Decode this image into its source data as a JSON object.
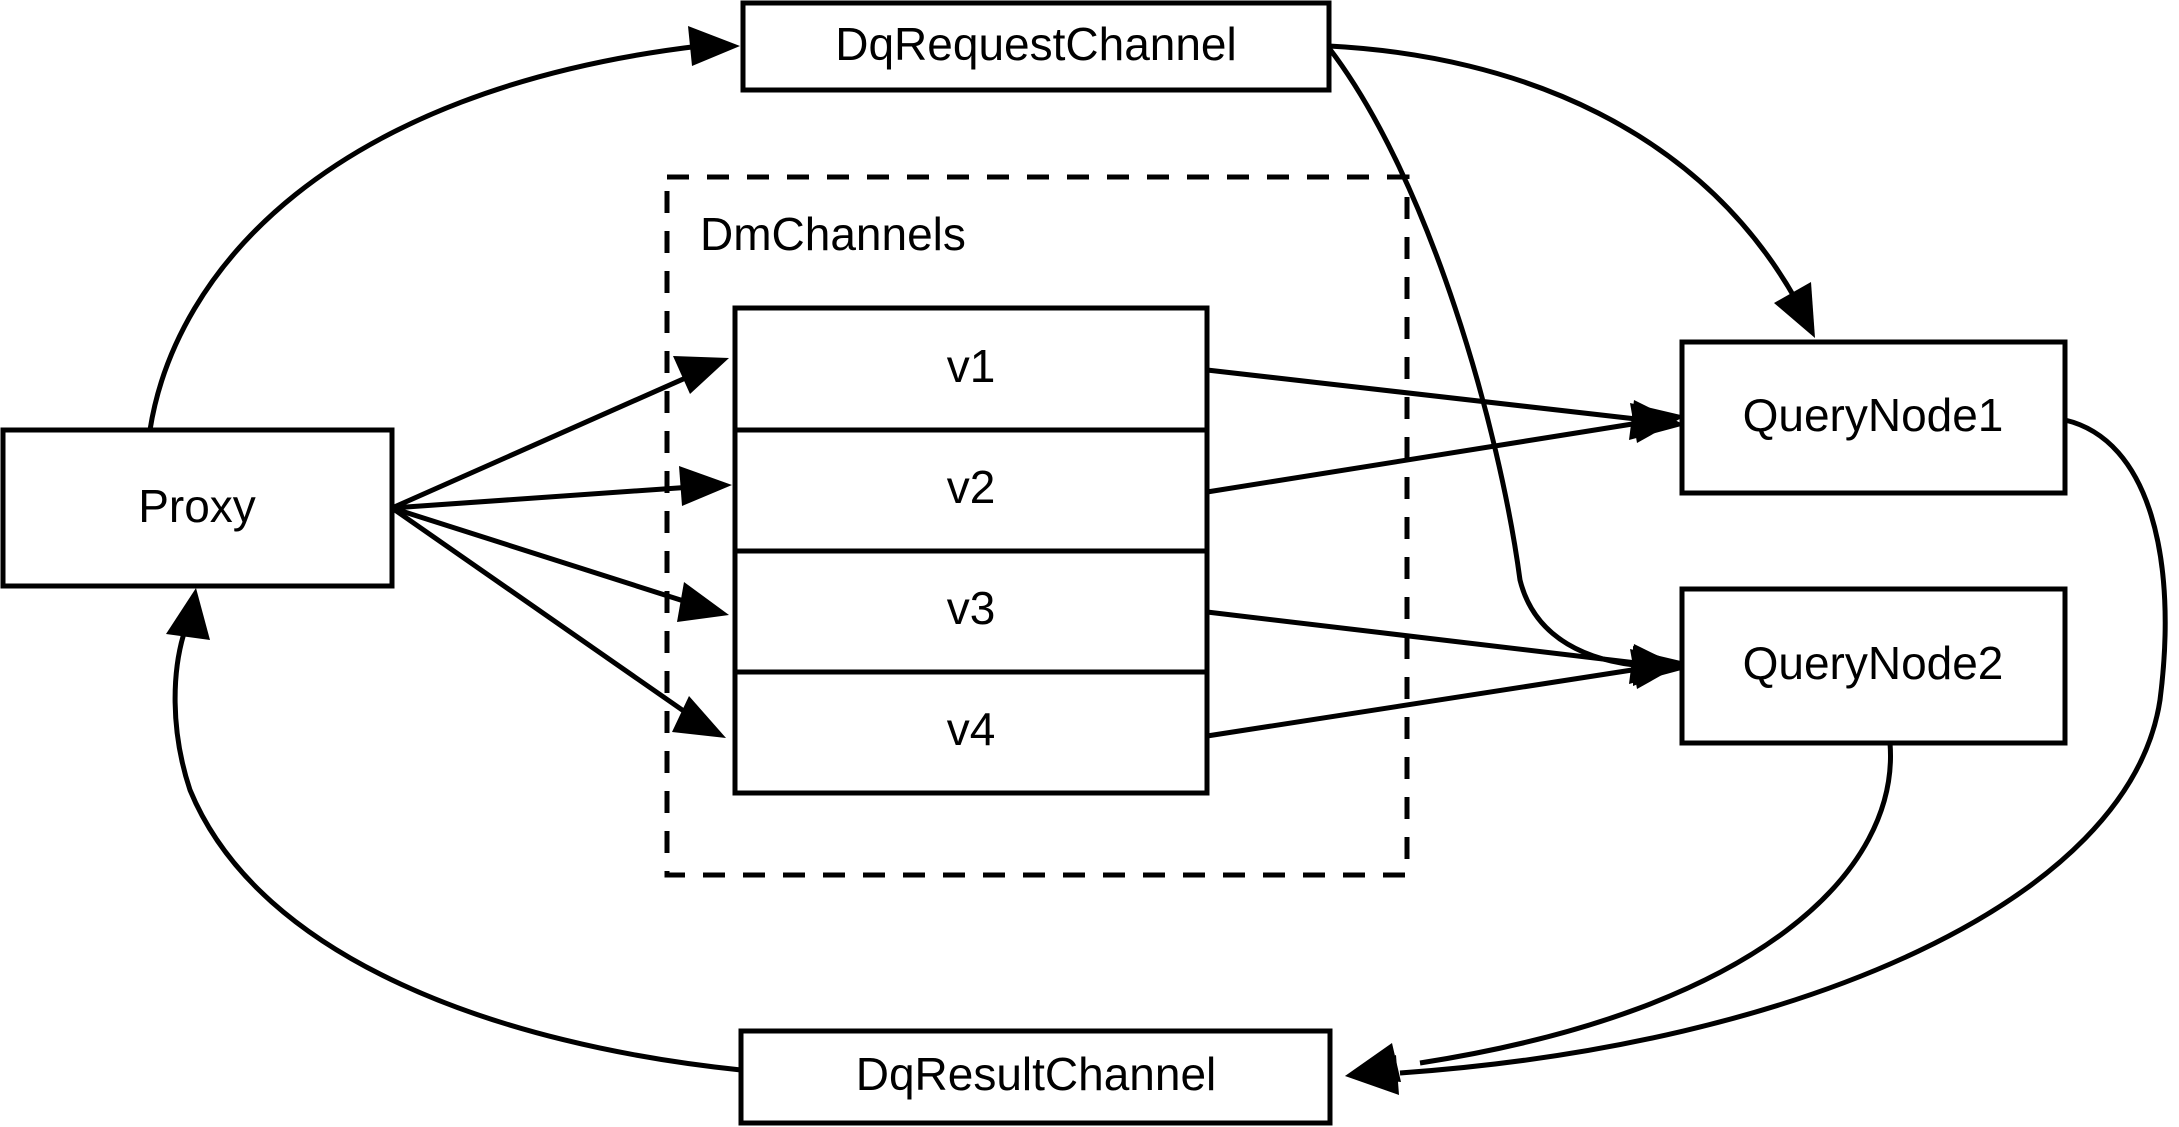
{
  "diagram": {
    "type": "architecture-flow-diagram",
    "background_color": "#ffffff",
    "stroke_color": "#000000",
    "nodes": {
      "proxy": {
        "label": "Proxy"
      },
      "dq_request_channel": {
        "label": "DqRequestChannel"
      },
      "dq_result_channel": {
        "label": "DqResultChannel"
      },
      "query_node_1": {
        "label": "QueryNode1"
      },
      "query_node_2": {
        "label": "QueryNode2"
      }
    },
    "group": {
      "label": "DmChannels",
      "style": "dashed",
      "shards": [
        {
          "label": "v1"
        },
        {
          "label": "v2"
        },
        {
          "label": "v3"
        },
        {
          "label": "v4"
        }
      ]
    },
    "edges": [
      {
        "from": "Proxy",
        "to": "DqRequestChannel",
        "arrow": true
      },
      {
        "from": "Proxy",
        "to": "v1",
        "arrow": true
      },
      {
        "from": "Proxy",
        "to": "v2",
        "arrow": true
      },
      {
        "from": "Proxy",
        "to": "v3",
        "arrow": true
      },
      {
        "from": "Proxy",
        "to": "v4",
        "arrow": true
      },
      {
        "from": "DqRequestChannel",
        "to": "QueryNode1",
        "arrow": true
      },
      {
        "from": "DqRequestChannel",
        "to": "QueryNode2",
        "arrow": true
      },
      {
        "from": "v1",
        "to": "QueryNode1",
        "arrow": true
      },
      {
        "from": "v2",
        "to": "QueryNode1",
        "arrow": true
      },
      {
        "from": "v3",
        "to": "QueryNode2",
        "arrow": true
      },
      {
        "from": "v4",
        "to": "QueryNode2",
        "arrow": true
      },
      {
        "from": "QueryNode1",
        "to": "DqResultChannel",
        "arrow": true
      },
      {
        "from": "QueryNode2",
        "to": "DqResultChannel",
        "arrow": true
      },
      {
        "from": "DqResultChannel",
        "to": "Proxy",
        "arrow": true
      }
    ]
  }
}
